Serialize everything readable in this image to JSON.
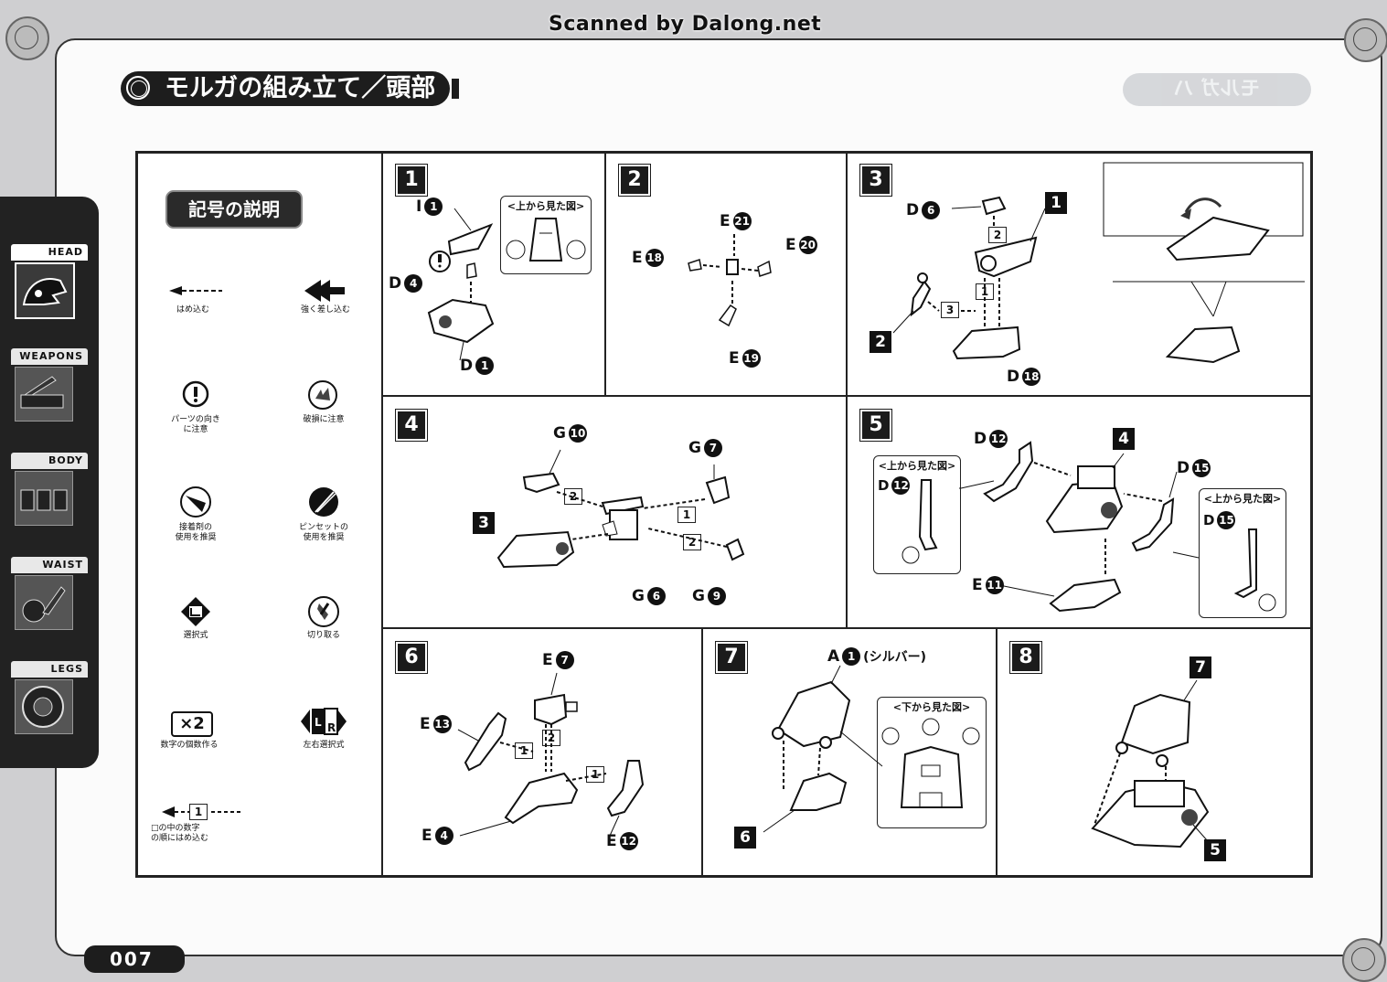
{
  "scan_credit": "Scanned by Dalong.net",
  "page_title": "モルガの組み立て／頭部",
  "page_number": "007",
  "side_tabs": [
    {
      "label": "HEAD",
      "icon": "head-icon",
      "active": true
    },
    {
      "label": "WEAPONS",
      "icon": "weapons-icon",
      "active": false
    },
    {
      "label": "BODY",
      "icon": "body-icon",
      "active": false
    },
    {
      "label": "WAIST",
      "icon": "waist-icon",
      "active": false
    },
    {
      "label": "LEGS",
      "icon": "legs-icon",
      "active": false
    }
  ],
  "legend": {
    "title": "記号の説明",
    "items": [
      {
        "icon": "push-in-arrow-icon",
        "label": "はめ込む"
      },
      {
        "icon": "press-firmly-arrow-icon",
        "label": "強く差し込む"
      },
      {
        "icon": "caution-icon",
        "label_lines": [
          "パーツの向き",
          "に注意"
        ]
      },
      {
        "icon": "breakage-icon",
        "label": "破損に注意"
      },
      {
        "icon": "glue-icon",
        "label_lines": [
          "接着剤の",
          "使用を推奨"
        ]
      },
      {
        "icon": "tweezers-icon",
        "label_lines": [
          "ピンセットの",
          "使用を推奨"
        ]
      },
      {
        "icon": "selection-icon",
        "label": "選択式"
      },
      {
        "icon": "cut-icon",
        "label": "切り取る"
      },
      {
        "icon": "multiply-icon",
        "glyph": "×2",
        "label": "数字の個数作る"
      },
      {
        "icon": "left-right-icon",
        "label": "左右選択式"
      },
      {
        "icon": "order-arrow-icon",
        "glyph": "1",
        "label_lines": [
          "□の中の数字",
          "の順にはめ込む"
        ]
      }
    ]
  },
  "steps": {
    "s1": {
      "num": "1",
      "top_view": "<上から見た図>",
      "parts": [
        {
          "letter": "I",
          "n": "1"
        },
        {
          "letter": "D",
          "n": "4"
        },
        {
          "letter": "D",
          "n": "1"
        }
      ]
    },
    "s2": {
      "num": "2",
      "parts": [
        {
          "letter": "E",
          "n": "21"
        },
        {
          "letter": "E",
          "n": "18"
        },
        {
          "letter": "E",
          "n": "20"
        },
        {
          "letter": "E",
          "n": "19"
        }
      ]
    },
    "s3": {
      "num": "3",
      "parts": [
        {
          "letter": "D",
          "n": "6"
        },
        {
          "letter": "D",
          "n": "18"
        }
      ],
      "order": [
        "2",
        "1",
        "3"
      ],
      "refs": [
        "1",
        "2"
      ]
    },
    "s4": {
      "num": "4",
      "parts": [
        {
          "letter": "G",
          "n": "10"
        },
        {
          "letter": "G",
          "n": "7"
        },
        {
          "letter": "G",
          "n": "6"
        },
        {
          "letter": "G",
          "n": "9"
        }
      ],
      "order": [
        "2",
        "1",
        "2"
      ],
      "refs": [
        "3"
      ]
    },
    "s5": {
      "num": "5",
      "top_view": "<上から見た図>",
      "parts": [
        {
          "letter": "D",
          "n": "12"
        },
        {
          "letter": "D",
          "n": "15"
        },
        {
          "letter": "E",
          "n": "11"
        }
      ],
      "refs": [
        "4"
      ]
    },
    "s6": {
      "num": "6",
      "parts": [
        {
          "letter": "E",
          "n": "7"
        },
        {
          "letter": "E",
          "n": "13"
        },
        {
          "letter": "E",
          "n": "4"
        },
        {
          "letter": "E",
          "n": "12"
        }
      ],
      "order": [
        "1",
        "2",
        "1"
      ]
    },
    "s7": {
      "num": "7",
      "bottom_view": "<下から見た図>",
      "parts": [
        {
          "letter": "A",
          "n": "1",
          "note": "(シルバー)"
        }
      ],
      "refs": [
        "6"
      ]
    },
    "s8": {
      "num": "8",
      "refs": [
        "7",
        "5"
      ]
    }
  }
}
